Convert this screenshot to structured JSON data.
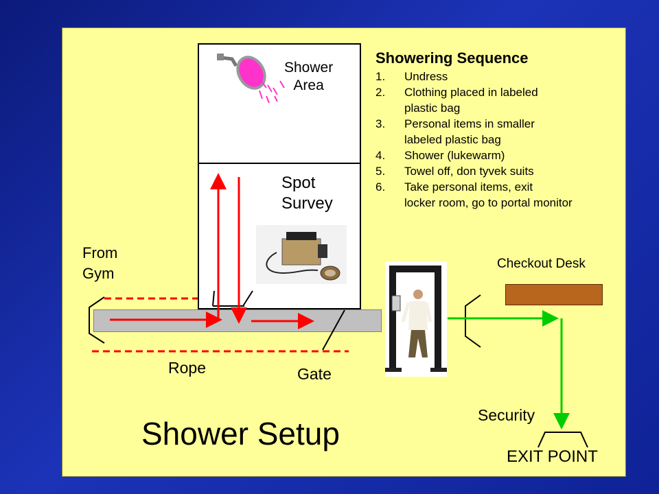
{
  "title": "Shower Setup",
  "labels": {
    "shower_area_line1": "Shower",
    "shower_area_line2": "Area",
    "spot_survey_line1": "Spot",
    "spot_survey_line2": "Survey",
    "from_gym_line1": "From",
    "from_gym_line2": "Gym",
    "rope": "Rope",
    "gate": "Gate",
    "checkout_desk": "Checkout Desk",
    "security": "Security",
    "exit_point": "EXIT POINT"
  },
  "sequence": {
    "title": "Showering Sequence",
    "steps": [
      {
        "num": "1.",
        "lines": [
          "Undress"
        ]
      },
      {
        "num": "2.",
        "lines": [
          "Clothing placed in labeled",
          "plastic bag"
        ]
      },
      {
        "num": "3.",
        "lines": [
          "Personal items in smaller",
          "labeled plastic bag"
        ]
      },
      {
        "num": "4.",
        "lines": [
          "Shower (lukewarm)"
        ]
      },
      {
        "num": "5.",
        "lines": [
          "Towel off, don tyvek suits"
        ]
      },
      {
        "num": "6.",
        "lines": [
          "Take personal items, exit",
          "locker room, go to portal monitor"
        ]
      }
    ]
  },
  "colors": {
    "background": "#1c33b8",
    "slide": "#ffff99",
    "flow_red": "#ff0000",
    "flow_green": "#00cc00",
    "desk": "#b8651e",
    "walkway": "#c0c0c0",
    "shower_head": "#ff33cc"
  },
  "icons": [
    "shower-head-icon",
    "survey-meter-photo",
    "portal-monitor-photo"
  ]
}
